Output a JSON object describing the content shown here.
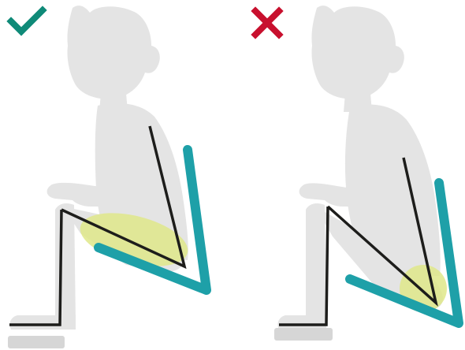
{
  "colors": {
    "background": "#ffffff",
    "figure": "#e4e4e4",
    "foot_block": "#d6d6d6",
    "skeleton": "#1d1d1b",
    "chair": "#1ea0a8",
    "highlight": "#dfe78a",
    "correct_mark": "#0f8a78",
    "wrong_mark": "#c8102e"
  },
  "panels": [
    {
      "status": "correct",
      "status_icon": "check-mark-icon",
      "hip_contact": "thigh-region"
    },
    {
      "status": "incorrect",
      "status_icon": "x-mark-icon",
      "hip_contact": "seat-corner"
    }
  ]
}
